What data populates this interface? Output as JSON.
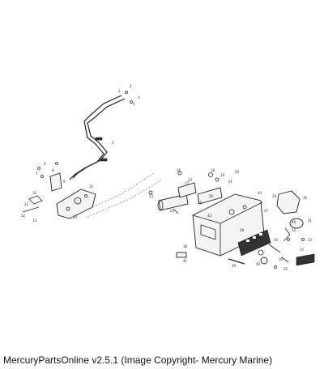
{
  "footer": {
    "caption": "MercuryPartsOnline v2.5.1 (Image Copyright- Mercury Marine)"
  },
  "diagram": {
    "part_labels": [
      "1",
      "2",
      "3",
      "4",
      "5",
      "6",
      "7",
      "8",
      "9",
      "10",
      "11",
      "12",
      "13",
      "14",
      "15",
      "16",
      "17",
      "18",
      "19",
      "20",
      "21",
      "22",
      "23",
      "24",
      "25",
      "26",
      "27",
      "28",
      "29",
      "30",
      "31",
      "32",
      "33",
      "34",
      "35",
      "36",
      "37",
      "38",
      "39",
      "40",
      "41",
      "42",
      "43",
      "44",
      "45"
    ]
  }
}
